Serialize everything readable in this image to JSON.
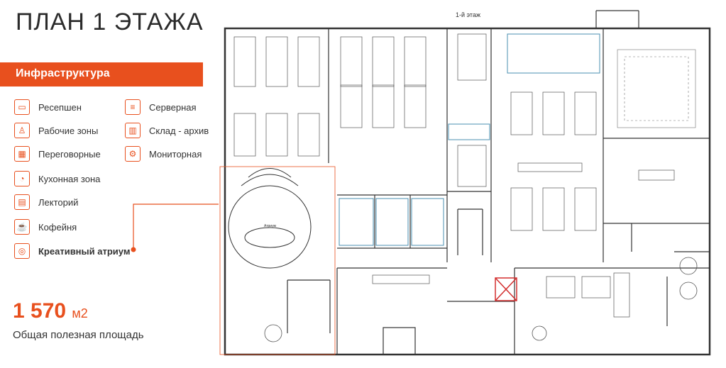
{
  "page": {
    "title": "ПЛАН 1 ЭТАЖА"
  },
  "infra": {
    "header": "Инфраструктура"
  },
  "legend": {
    "left": [
      {
        "label": "Ресепшен",
        "icon": "reception-icon"
      },
      {
        "label": "Рабочие зоны",
        "icon": "workzone-icon"
      },
      {
        "label": "Переговорные",
        "icon": "meeting-icon"
      },
      {
        "label": "Кухонная зона",
        "icon": "kitchen-icon"
      },
      {
        "label": "Лекторий",
        "icon": "lecture-icon"
      },
      {
        "label": "Кофейня",
        "icon": "coffee-icon"
      },
      {
        "label": "Креативный атриум",
        "icon": "atrium-icon"
      }
    ],
    "right": [
      {
        "label": "Серверная",
        "icon": "server-icon"
      },
      {
        "label": "Склад - архив",
        "icon": "archive-icon"
      },
      {
        "label": "Мониторная",
        "icon": "monitor-icon"
      }
    ]
  },
  "area": {
    "value": "1 570",
    "unit": "м2",
    "caption": "Общая полезная площадь"
  },
  "plan": {
    "floor_label": "1-й этаж",
    "atrium_label": "Атриум"
  },
  "colors": {
    "accent": "#e8501e",
    "walls": "#333333",
    "blue": "#4a8fb0",
    "red": "#d32f2f"
  }
}
